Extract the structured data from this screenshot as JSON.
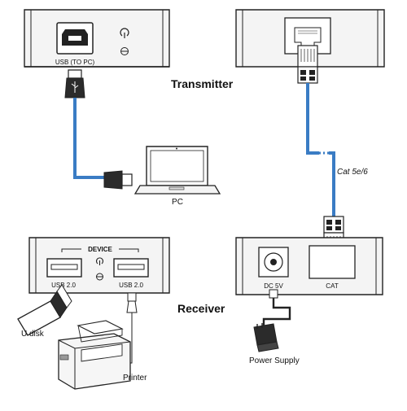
{
  "transmitter": {
    "title": "Transmitter",
    "usb_port_label": "USB (TO PC)"
  },
  "receiver": {
    "title": "Receiver",
    "device_label": "DEVICE",
    "usb_left_label": "USB 2.0",
    "usb_right_label": "USB 2.0",
    "dc_label": "DC 5V",
    "cat_label": "CAT"
  },
  "cable": {
    "label": "Cat 5e/6",
    "color": "#3a7cc4"
  },
  "devices": {
    "pc_label": "PC",
    "udisk_label": "U disk",
    "printer_label": "Printer",
    "power_label": "Power Supply"
  },
  "icons": [
    "power-icon",
    "led-icon",
    "usb-icon",
    "rj45-icon"
  ]
}
